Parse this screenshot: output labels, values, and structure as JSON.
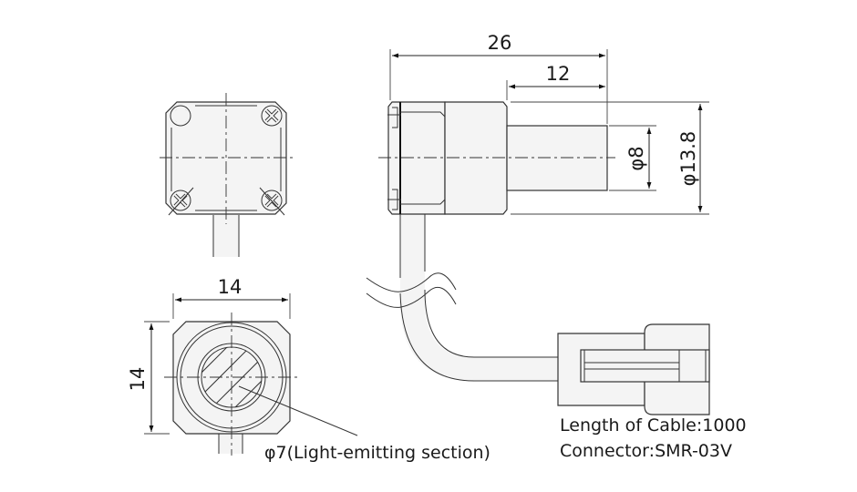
{
  "drawing": {
    "title": "Sensor outline dimensions",
    "units": "mm",
    "dimensions": {
      "overall_length": "26",
      "tip_length": "12",
      "tip_diameter": "φ8",
      "body_diameter": "φ13.8",
      "width": "14",
      "height": "14"
    },
    "notes": {
      "light_section": "φ7(Light-emitting section)",
      "cable_length": "Length of Cable:1000",
      "connector": "Connector:SMR-03V"
    },
    "views": [
      "rear-view",
      "front-view",
      "side-view",
      "cable-connector"
    ],
    "colors": {
      "line": "#333333",
      "fill": "#f4f4f4",
      "background": "#ffffff"
    }
  }
}
